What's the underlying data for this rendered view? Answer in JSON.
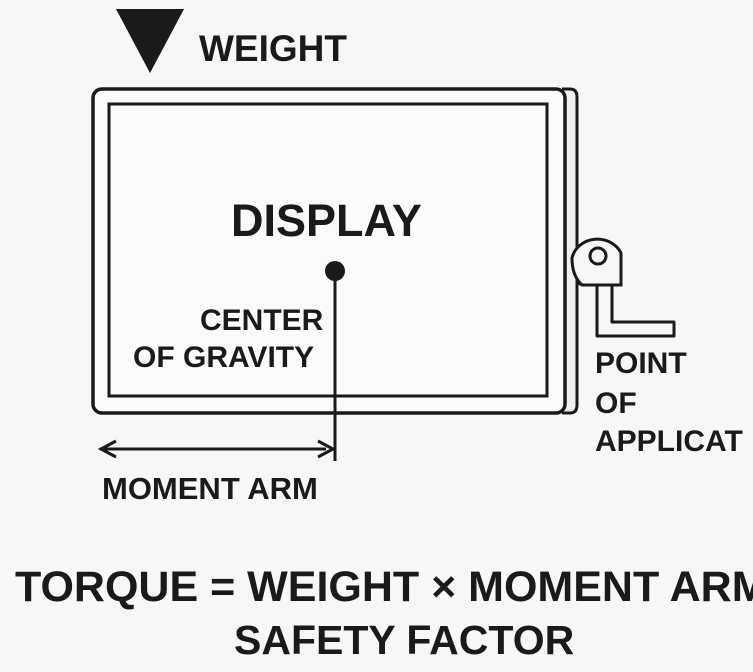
{
  "labels": {
    "weight": "WEIGHT",
    "display": "DISPLAY",
    "center_of_gravity": [
      "CENTER",
      "OF GRAVITY"
    ],
    "point_of_application": [
      "POINT",
      "OF",
      "APPLICAT"
    ],
    "moment_arm": "MOMENT ARM"
  },
  "formula": {
    "line1": "TORQUE = WEIGHT × MOMENT ARM",
    "line2": "SAFETY FACTOR"
  },
  "colors": {
    "ink": "#1a1a1a",
    "background": "#f7f7f7",
    "panel": "#fbfbfb"
  }
}
